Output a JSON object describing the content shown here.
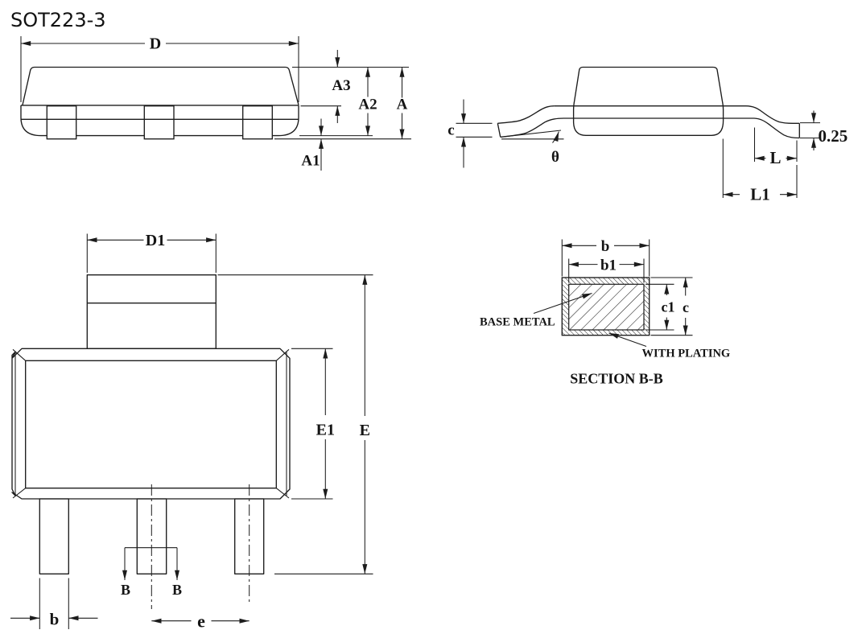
{
  "page": {
    "title": "SOT223-3",
    "background": "#ffffff",
    "line_color": "#1c1c1c"
  },
  "views": {
    "front": {
      "dims": {
        "overall_width": "D",
        "body_top_height": "A3",
        "body_height": "A2",
        "overall_height": "A",
        "standoff": "A1"
      }
    },
    "side": {
      "dims": {
        "lead_thickness": "c",
        "lead_angle": "θ",
        "foot_length": "L",
        "lead_length": "L1",
        "foot_thickness": "0.25"
      }
    },
    "top": {
      "dims": {
        "tab_width": "D1",
        "body_width": "E1",
        "overall_length": "E",
        "lead_width": "b",
        "lead_pitch": "e"
      },
      "section_cut": {
        "left": "B",
        "right": "B"
      }
    },
    "section": {
      "dims": {
        "lead_width": "b",
        "base_width": "b1",
        "base_thickness": "c1",
        "lead_thickness": "c"
      },
      "base_metal_label": "BASE METAL",
      "plating_label": "WITH PLATING",
      "title": "SECTION B-B"
    }
  }
}
